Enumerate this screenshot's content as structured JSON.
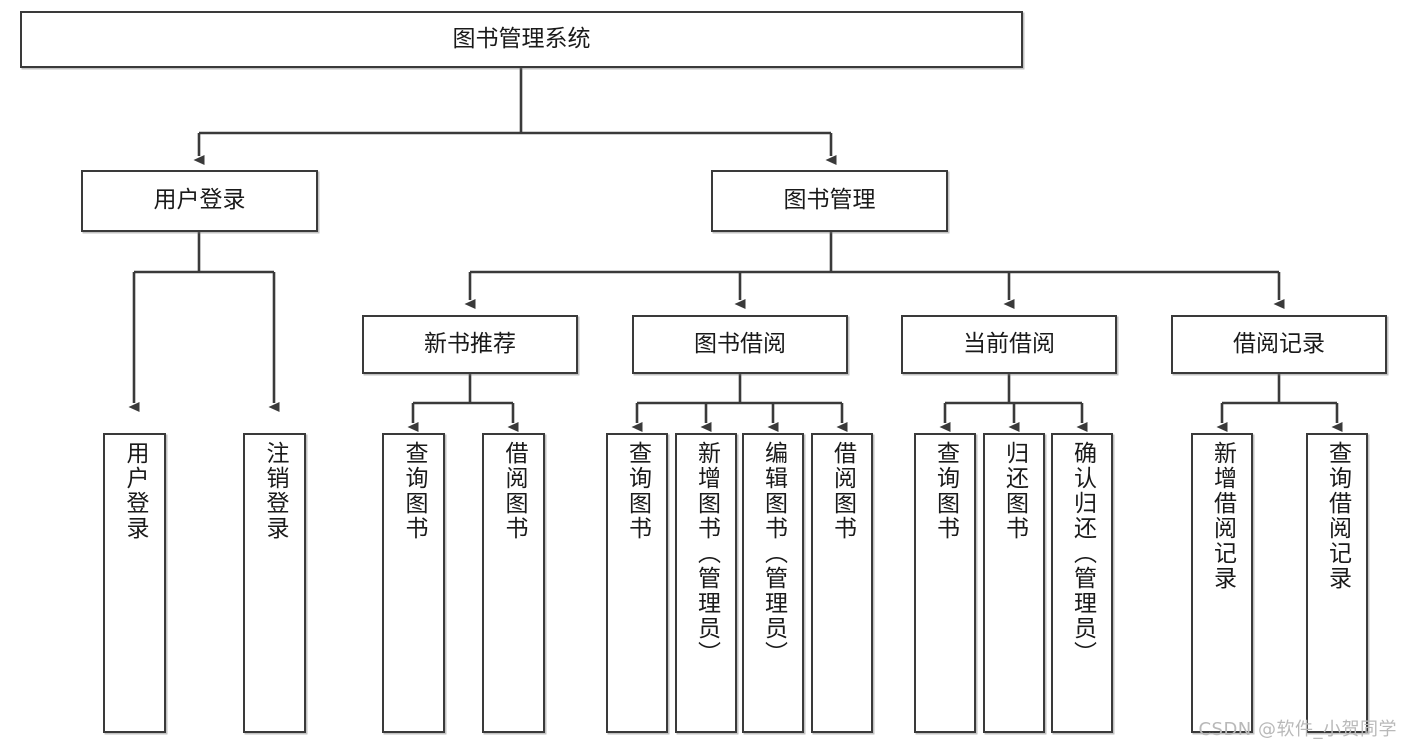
{
  "diagram": {
    "type": "tree-hierarchy",
    "title": "图书管理系统",
    "watermark": "CSDN @软件_小贺同学",
    "colors": {
      "stroke": "#3a3a3a",
      "fill": "#ffffff",
      "text": "#1a1a1a",
      "watermark": "#b9b9b9"
    },
    "levels": [
      {
        "level": 1,
        "nodes": [
          {
            "id": "root",
            "label": "图书管理系统",
            "orientation": "horizontal"
          }
        ]
      },
      {
        "level": 2,
        "nodes": [
          {
            "id": "login",
            "label": "用户登录",
            "orientation": "horizontal",
            "parent": "root"
          },
          {
            "id": "bookmgmt",
            "label": "图书管理",
            "orientation": "horizontal",
            "parent": "root"
          }
        ]
      },
      {
        "level": 3,
        "nodes": [
          {
            "id": "newbook",
            "label": "新书推荐",
            "orientation": "horizontal",
            "parent": "bookmgmt"
          },
          {
            "id": "borrow",
            "label": "图书借阅",
            "orientation": "horizontal",
            "parent": "bookmgmt"
          },
          {
            "id": "current",
            "label": "当前借阅",
            "orientation": "horizontal",
            "parent": "bookmgmt"
          },
          {
            "id": "records",
            "label": "借阅记录",
            "orientation": "horizontal",
            "parent": "bookmgmt"
          }
        ]
      },
      {
        "level": 4,
        "nodes": [
          {
            "id": "leaf1",
            "label": "用户登录",
            "orientation": "vertical",
            "parent": "login"
          },
          {
            "id": "leaf2",
            "label": "注销登录",
            "orientation": "vertical",
            "parent": "login"
          },
          {
            "id": "leaf3",
            "label": "查询图书",
            "orientation": "vertical",
            "parent": "newbook"
          },
          {
            "id": "leaf4",
            "label": "借阅图书",
            "orientation": "vertical",
            "parent": "newbook"
          },
          {
            "id": "leaf5",
            "label": "查询图书",
            "orientation": "vertical",
            "parent": "borrow"
          },
          {
            "id": "leaf6",
            "label": "新增图书（管理员）",
            "orientation": "vertical",
            "parent": "borrow"
          },
          {
            "id": "leaf7",
            "label": "编辑图书（管理员）",
            "orientation": "vertical",
            "parent": "borrow"
          },
          {
            "id": "leaf8",
            "label": "借阅图书",
            "orientation": "vertical",
            "parent": "borrow"
          },
          {
            "id": "leaf9",
            "label": "查询图书",
            "orientation": "vertical",
            "parent": "current"
          },
          {
            "id": "leaf10",
            "label": "归还图书",
            "orientation": "vertical",
            "parent": "current"
          },
          {
            "id": "leaf11",
            "label": "确认归还（管理员）",
            "orientation": "vertical",
            "parent": "current"
          },
          {
            "id": "leaf12",
            "label": "新增借阅记录",
            "orientation": "vertical",
            "parent": "records"
          },
          {
            "id": "leaf13",
            "label": "查询借阅记录",
            "orientation": "vertical",
            "parent": "records"
          }
        ]
      }
    ]
  }
}
